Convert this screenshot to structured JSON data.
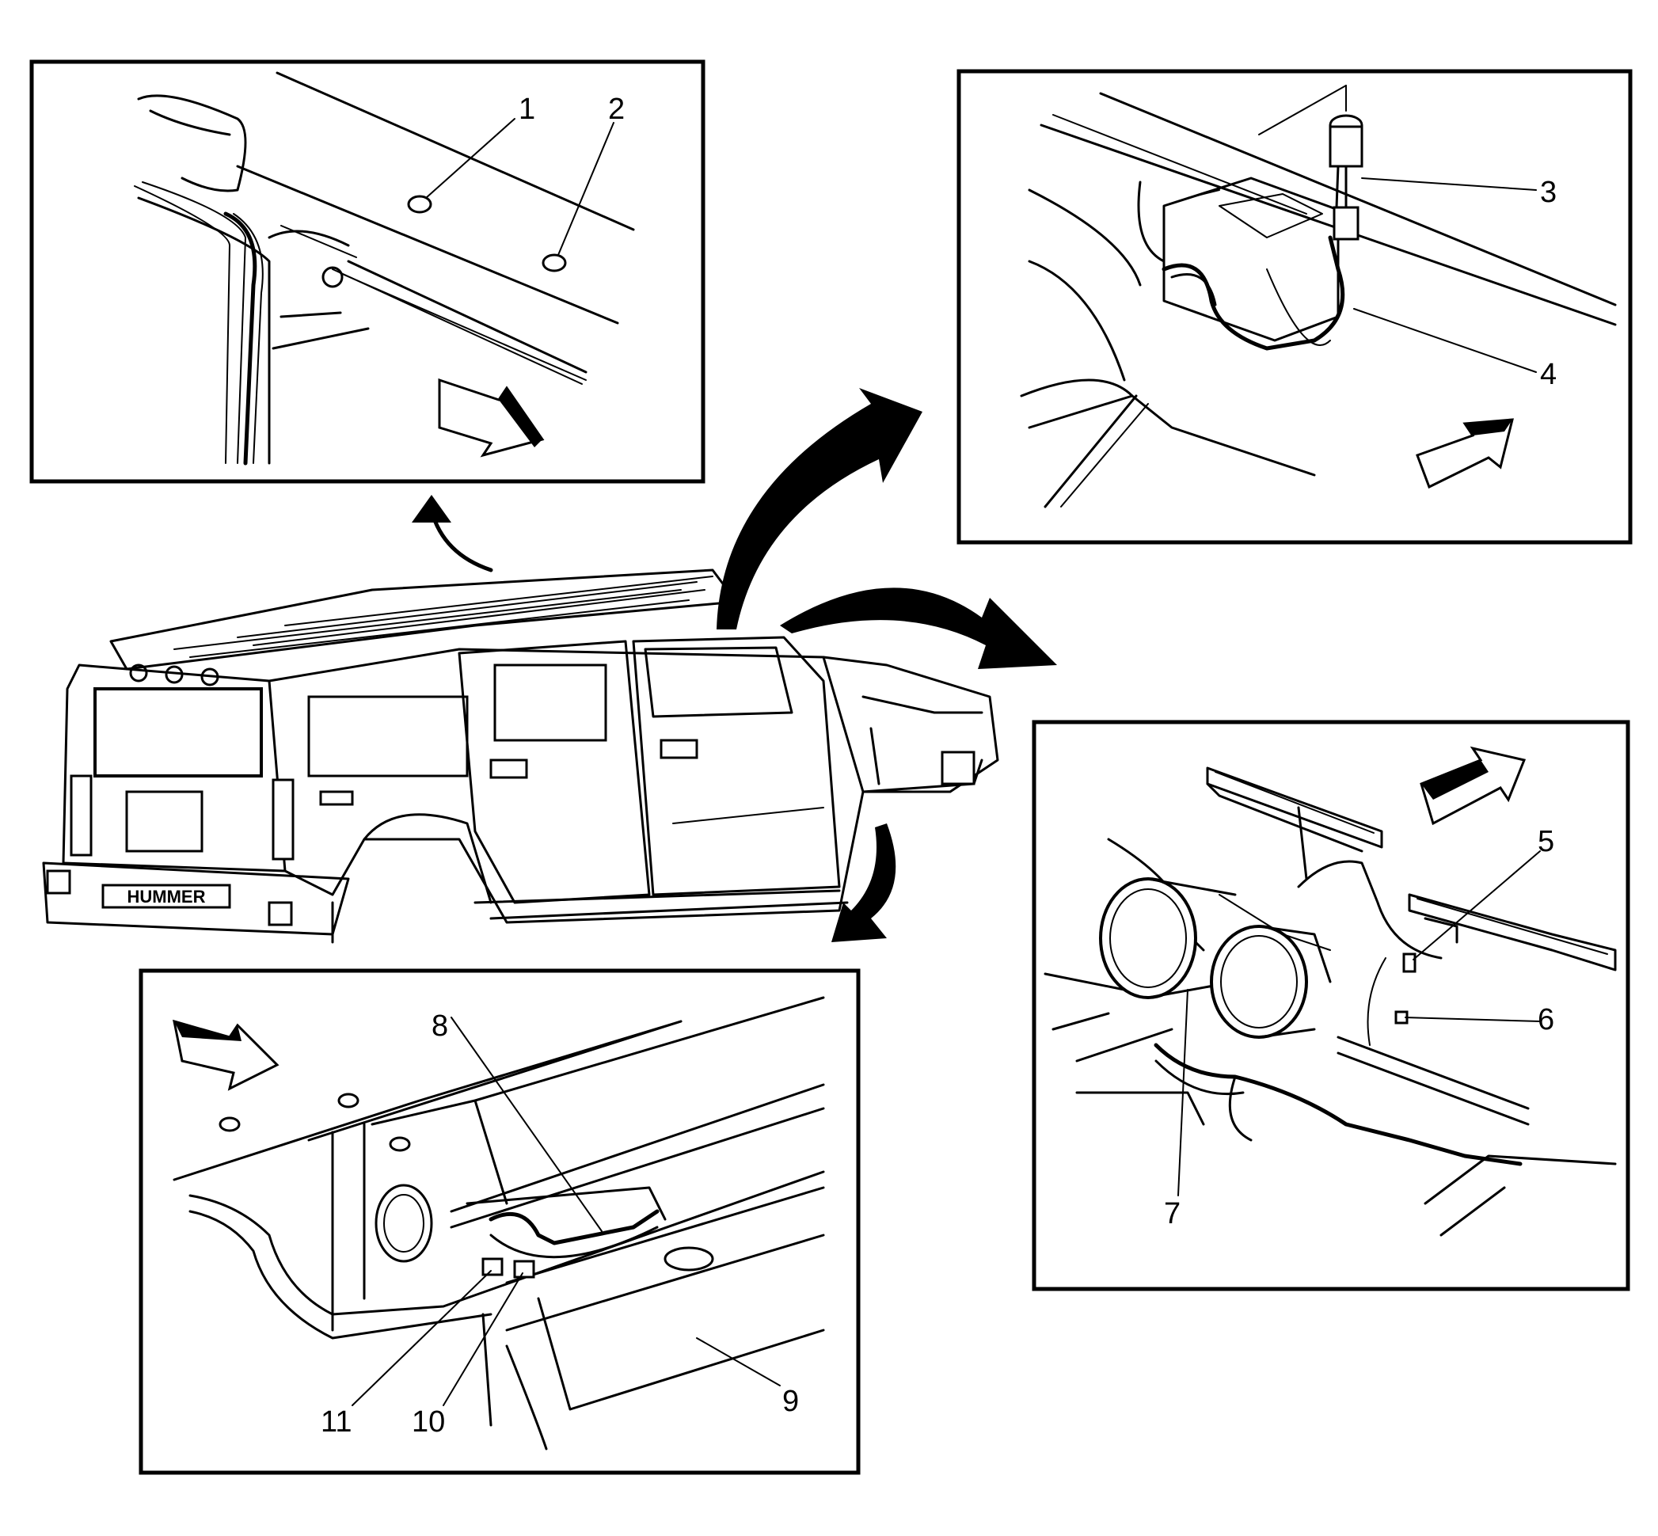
{
  "vehicle": {
    "badge_text": "HUMMER"
  },
  "callouts": [
    {
      "id": 1,
      "label": "1"
    },
    {
      "id": 2,
      "label": "2"
    },
    {
      "id": 3,
      "label": "3"
    },
    {
      "id": 4,
      "label": "4"
    },
    {
      "id": 5,
      "label": "5"
    },
    {
      "id": 6,
      "label": "6"
    },
    {
      "id": 7,
      "label": "7"
    },
    {
      "id": 8,
      "label": "8"
    },
    {
      "id": 9,
      "label": "9"
    },
    {
      "id": 10,
      "label": "10"
    },
    {
      "id": 11,
      "label": "11"
    }
  ]
}
